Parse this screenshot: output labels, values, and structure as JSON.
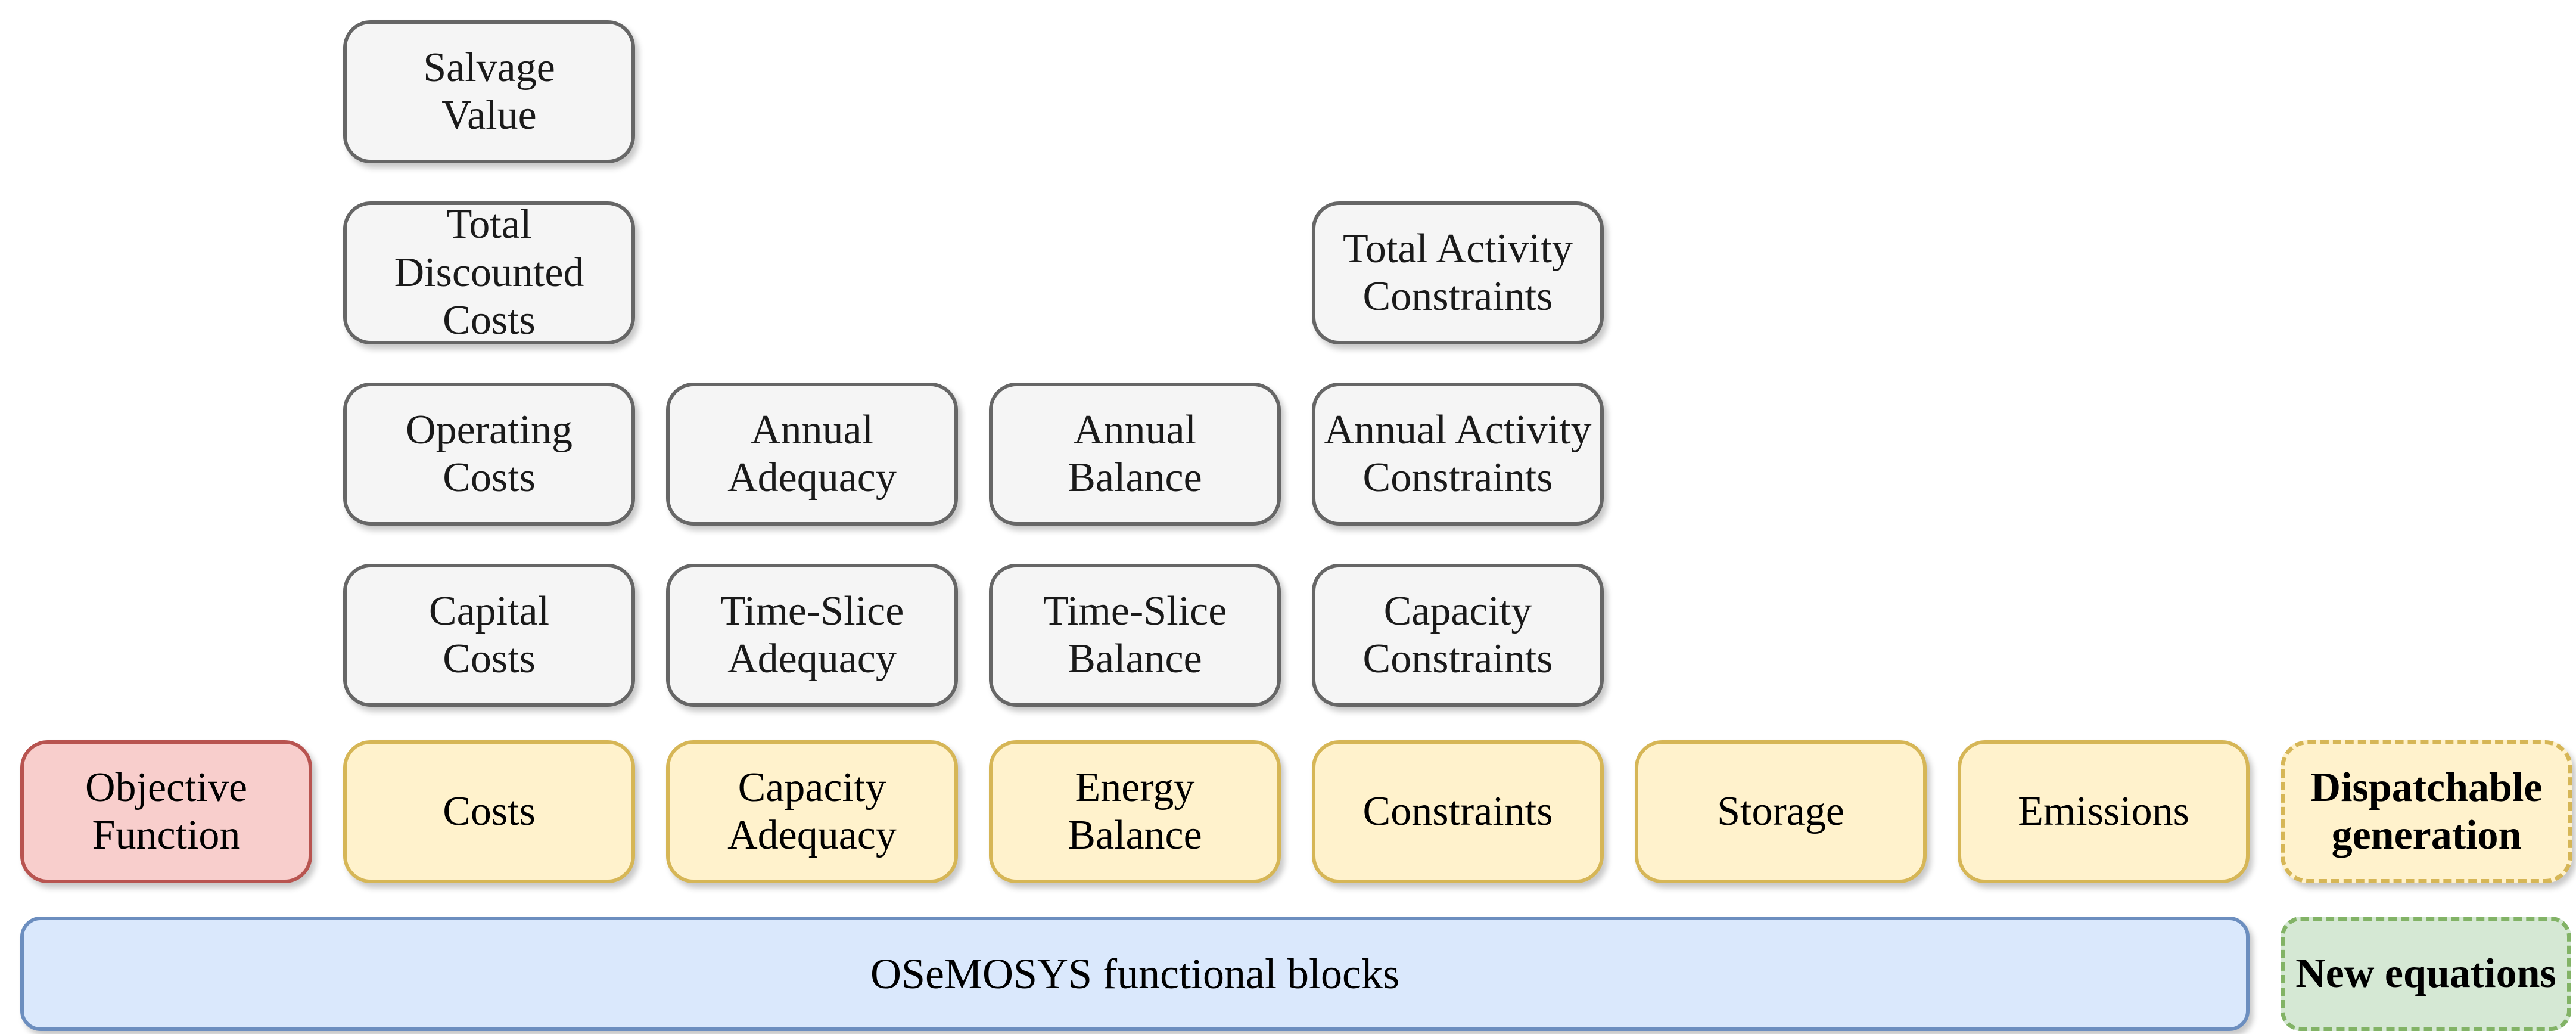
{
  "diagram": {
    "parameter_boxes": [
      {
        "label": "Salvage\nValue"
      },
      {
        "label": "Total\nDiscounted\nCosts"
      },
      {
        "label": "Total Activity\nConstraints"
      },
      {
        "label": "Operating\nCosts"
      },
      {
        "label": "Annual\nAdequacy"
      },
      {
        "label": "Annual\nBalance"
      },
      {
        "label": "Annual Activity\nConstraints"
      },
      {
        "label": "Capital\nCosts"
      },
      {
        "label": "Time-Slice\nAdequacy"
      },
      {
        "label": "Time-Slice\nBalance"
      },
      {
        "label": "Capacity\nConstraints"
      }
    ],
    "functional_blocks": [
      {
        "label": "Objective\nFunction"
      },
      {
        "label": "Costs"
      },
      {
        "label": "Capacity\nAdequacy"
      },
      {
        "label": "Energy\nBalance"
      },
      {
        "label": "Constraints"
      },
      {
        "label": "Storage"
      },
      {
        "label": "Emissions"
      },
      {
        "label": "Dispatchable\ngeneration"
      }
    ],
    "footer": {
      "osemosys_bar_label": "OSeMOSYS functional blocks",
      "new_equations_label": "New equations"
    },
    "palette": {
      "grey_fill": "#f5f5f5",
      "grey_border": "#666666",
      "red_fill": "#f8cecc",
      "red_border": "#b85450",
      "yellow_fill": "#fff2cc",
      "yellow_border": "#d6b656",
      "blue_fill": "#dae8fc",
      "blue_border": "#6c8ebf",
      "green_fill": "#d5e8d4",
      "green_border": "#82b366"
    }
  }
}
